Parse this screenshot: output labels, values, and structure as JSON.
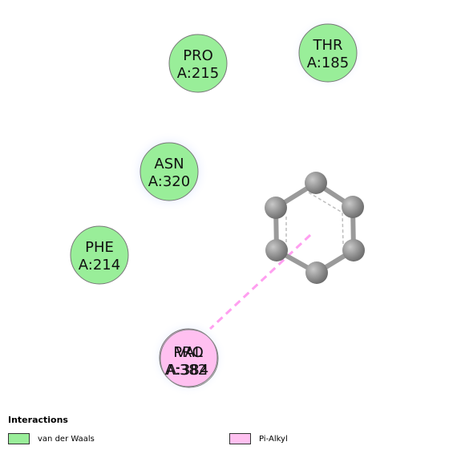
{
  "residues": [
    {
      "id": "pro215",
      "name": "PRO",
      "chain_res": "A:215",
      "type": "vdw"
    },
    {
      "id": "thr185",
      "name": "THR",
      "chain_res": "A:185",
      "type": "vdw"
    },
    {
      "id": "asn320",
      "name": "ASN",
      "chain_res": "A:320",
      "type": "vdw"
    },
    {
      "id": "phe214",
      "name": "PHE",
      "chain_res": "A:214",
      "type": "vdw"
    },
    {
      "id": "overlap_a",
      "name": "PRO",
      "chain_res": "A:382",
      "type": "pi"
    },
    {
      "id": "overlap_b",
      "name": "VAL",
      "chain_res": "A:384",
      "type": "pi"
    }
  ],
  "legend": {
    "title": "Interactions",
    "items": [
      {
        "label": "van der Waals",
        "color": "#99ee99"
      },
      {
        "label": "Pi-Alkyl",
        "color": "#ffc0f0"
      }
    ]
  },
  "colors": {
    "vdw_fill": "#99ee99",
    "pi_fill": "#ffc0f0",
    "pi_line": "#ff9ff0",
    "atom": "#8f8f8f",
    "bond": "#9a9a9a"
  }
}
